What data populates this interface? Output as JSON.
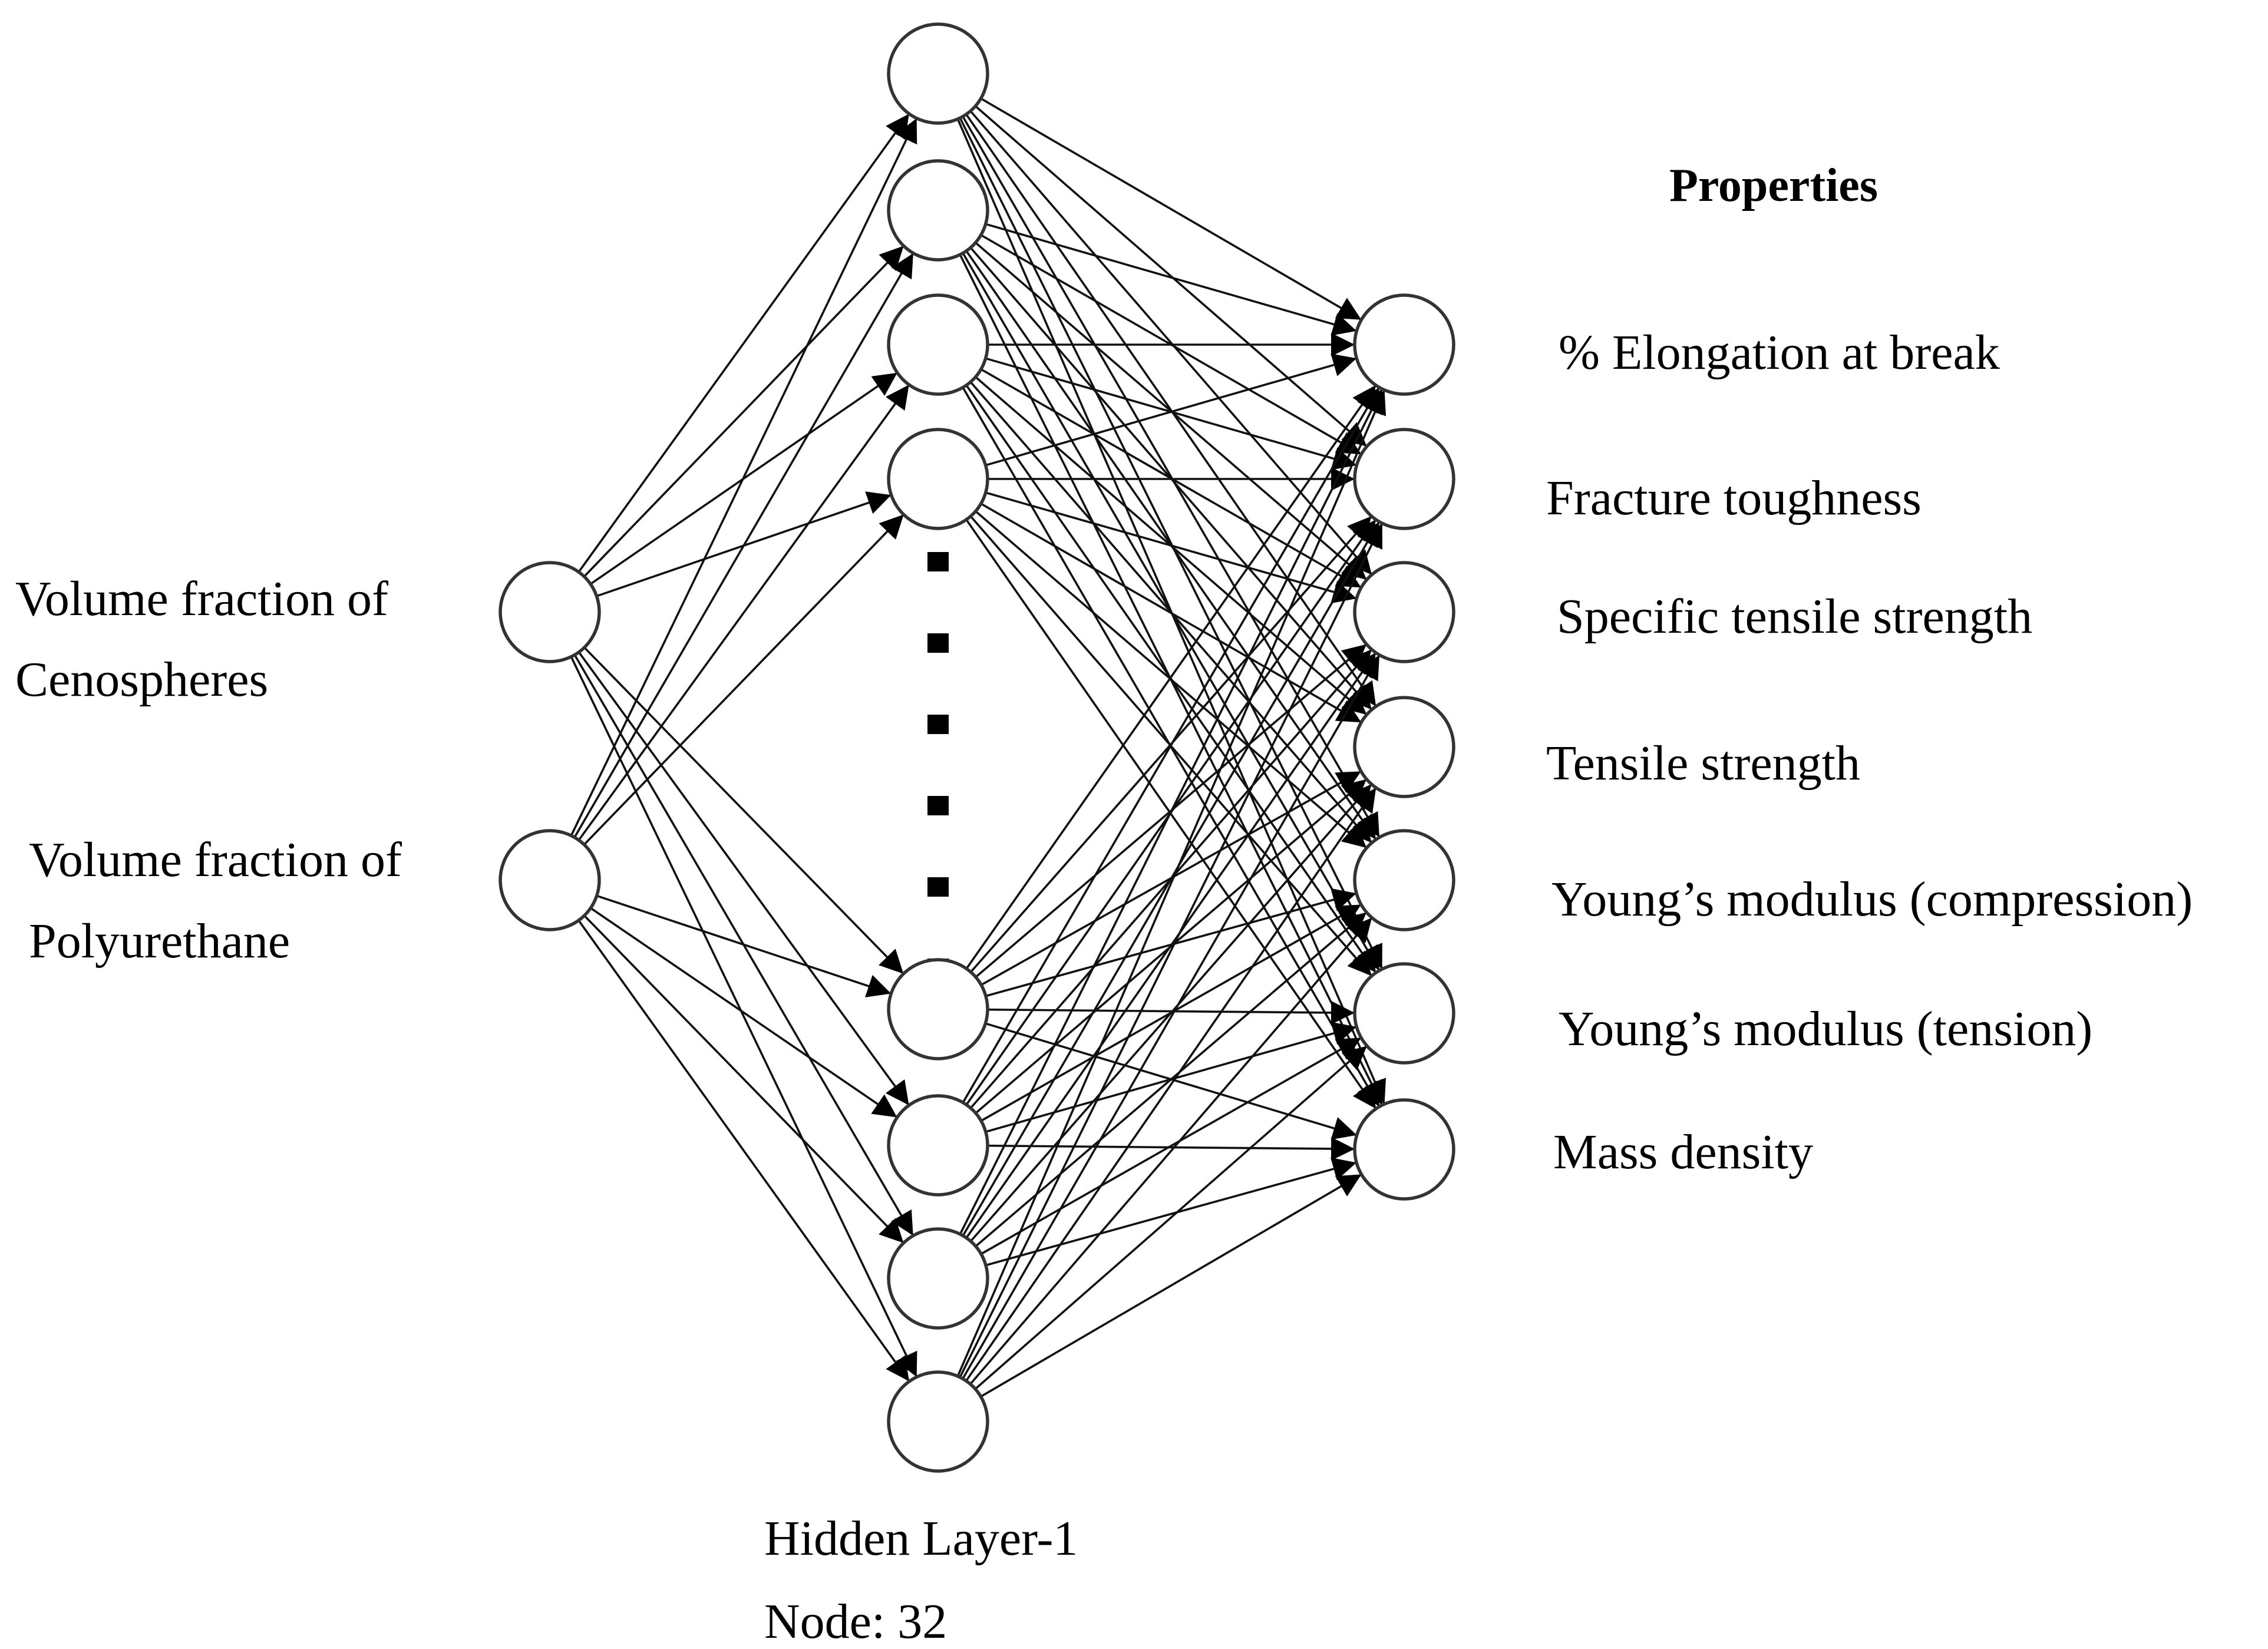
{
  "inputs": {
    "nodes": [
      {
        "label_line1": "Volume fraction of",
        "label_line2": "Cenospheres"
      },
      {
        "label_line1": "Volume fraction of",
        "label_line2": "Polyurethane"
      }
    ]
  },
  "hidden": {
    "label": "Hidden Layer-1",
    "node_count_text": "Node: 32",
    "node_count": 32,
    "visible_nodes": 8,
    "ellipsis_dots": 6
  },
  "outputs": {
    "heading": "Properties",
    "nodes": [
      "% Elongation at break",
      "Fracture toughness",
      "Specific tensile strength",
      "Tensile strength",
      "Young’s modulus (compression)",
      "Young’s modulus (tension)",
      "Mass density"
    ]
  },
  "colors": {
    "stroke": "#333333",
    "edge": "#111111",
    "fill": "#ffffff"
  },
  "connectivity": "fully-connected with arrowheads"
}
